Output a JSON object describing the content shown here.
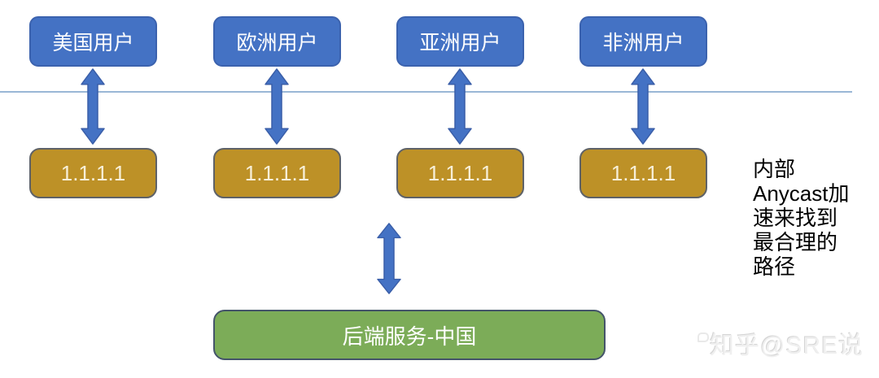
{
  "users": [
    {
      "label": "美国用户"
    },
    {
      "label": "欧洲用户"
    },
    {
      "label": "亚洲用户"
    },
    {
      "label": "非洲用户"
    }
  ],
  "dns_nodes": [
    {
      "label": "1.1.1.1"
    },
    {
      "label": "1.1.1.1"
    },
    {
      "label": "1.1.1.1"
    },
    {
      "label": "1.1.1.1"
    }
  ],
  "backend": {
    "label": "后端服务-中国"
  },
  "annotation": {
    "text": "内部\nAnycast加\n速来找到\n最合理的\n路径"
  },
  "watermark": {
    "text": "知乎@SRE说"
  },
  "colors": {
    "user_box_fill": "#4472C4",
    "user_box_border": "#3B62AE",
    "node_box_fill": "#BD9127",
    "node_box_border": "#5E6268",
    "backend_fill": "#7CAC58",
    "backend_border": "#44546A",
    "arrow_fill": "#4472C4",
    "arrow_stroke": "#3A5EA8",
    "divider_line": "#9AB7D6",
    "annotation_text": "#000000",
    "watermark_text": "#EFEFEF"
  }
}
